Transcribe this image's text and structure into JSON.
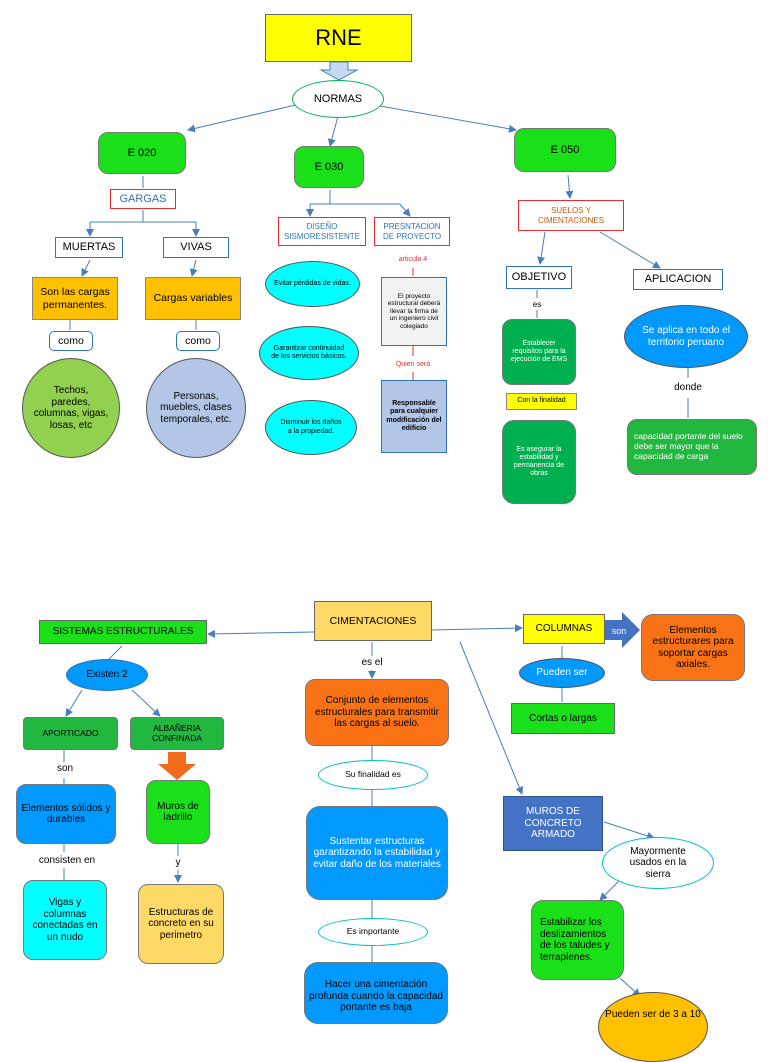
{
  "map1": {
    "rne": "RNE",
    "normas": "NORMAS",
    "e020": "E 020",
    "e030": "E 030",
    "e050": "E 050",
    "gargas": "GARGAS",
    "muertas": "MUERTAS",
    "vivas": "VIVAS",
    "muertas_desc": "Son las cargas permanentes.",
    "vivas_desc": "Cargas variables",
    "como_1": "como",
    "como_2": "como",
    "muertas_ej": "Techos, paredes, columnas, vigas, losas, etc",
    "vivas_ej": "Personas, muebles, clases temporales, etc.",
    "diseno": "DISEÑO SISMORESISTENTE",
    "presentacion": "PRESNTACION DE PROYECTO",
    "evitar": "Evitar pérdidas de vidas.",
    "garantizar": "Garantizar continuidad de los servicios básicos.",
    "disminuir": "Disminuir los daños a la propiedad.",
    "articulo": "articulo 4",
    "proyecto_firma": "El proyecto estructural deberá llevar la firma de un ingeniero civil colegiado",
    "quien_sera": "Quien será",
    "responsable": "Responsable para cualquier modificación del edificio",
    "suelos": "SUELOS Y CIMENTACIONES",
    "objetivo": "OBJETIVO",
    "aplicacion": "APLICACION",
    "es": "es",
    "establecer": "Establecer requisitos para la ejecución de EMS",
    "con_finalidad": "Con la finalidad",
    "asegurar": "Es asegurar la estabilidad y permanencia de obras",
    "aplica": "Se aplica en todo el territorio peruano",
    "donde": "donde",
    "capacidad": "capacidad portante del suelo debe ser mayor que la capacidad de carga"
  },
  "map2": {
    "sistemas": "SISTEMAS ESTRUCTURALES",
    "existen": "Existen 2",
    "aporticado": "APORTICADO",
    "albanileria": "ALBAÑERIA CONFINADA",
    "son": "son",
    "elementos_solidos": "Elementos sólidos y durables",
    "consisten": "consisten en",
    "vigas": "Vigas y columnas conectadas en un nudo",
    "muros_ladrillo": "Muros de ladrillo",
    "y": "y",
    "estructuras": "Estructuras de concreto en su perimetro",
    "cimentaciones": "CIMENTACIONES",
    "es_el": "es el",
    "conjunto": "Conjunto de elementos estructurales para transmitir las cargas al suelo.",
    "su_finalidad": "Su finalidad es",
    "sustentar": "Sustentar estructuras garantizando la estabilidad y evitar daño de los materiales",
    "es_importante": "Es importante",
    "hacer": "Hacer una cimentación profunda cuando la capacidad portante es baja",
    "columnas": "COLUMNAS",
    "son_arrow": "son",
    "elementos_axiales": "Elementos estructurares para soportar cargas axiales.",
    "pueden_ser": "Pueden ser",
    "cortas": "Cortas o largas",
    "muros_concreto": "MUROS DE CONCRETO ARMADO",
    "mayormente": "Mayormente usados en la sierra",
    "estabilizar": "Estabilizar los deslizamientos de los taludes y terraplenes.",
    "pueden_ser_2": "Pueden ser de 3 a 10"
  }
}
